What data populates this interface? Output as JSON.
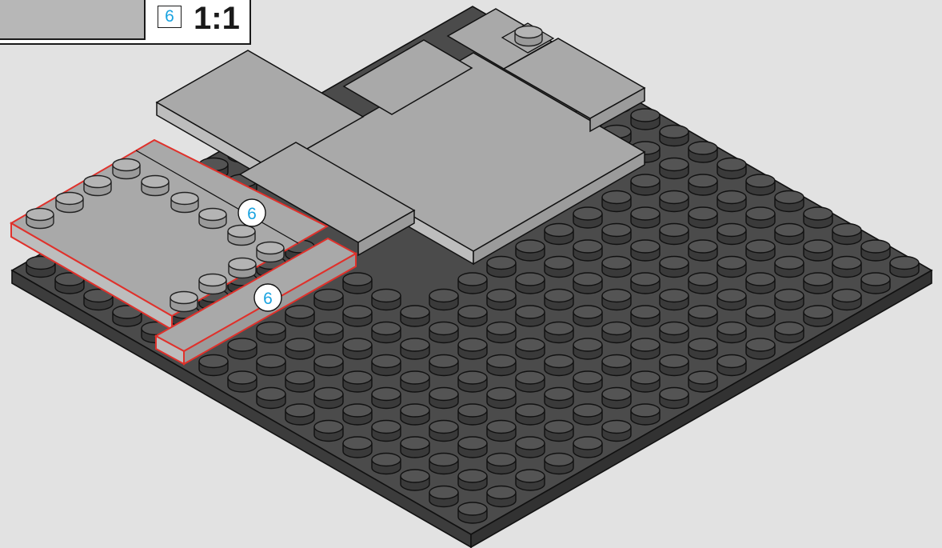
{
  "callout": {
    "quantity": "6",
    "scale": "1:1"
  },
  "step_markers": [
    {
      "label": "6"
    },
    {
      "label": "6"
    }
  ],
  "colors": {
    "background": "#e2e2e2",
    "baseplate": "#4a4a4a",
    "stud_dark": "#454545",
    "tile_light": "#a9a9a9",
    "highlight": "#e0312b",
    "marker_text": "#1aa3e0"
  },
  "baseplate": {
    "color_name": "dark gray",
    "stud_grid": [
      16,
      16
    ]
  }
}
